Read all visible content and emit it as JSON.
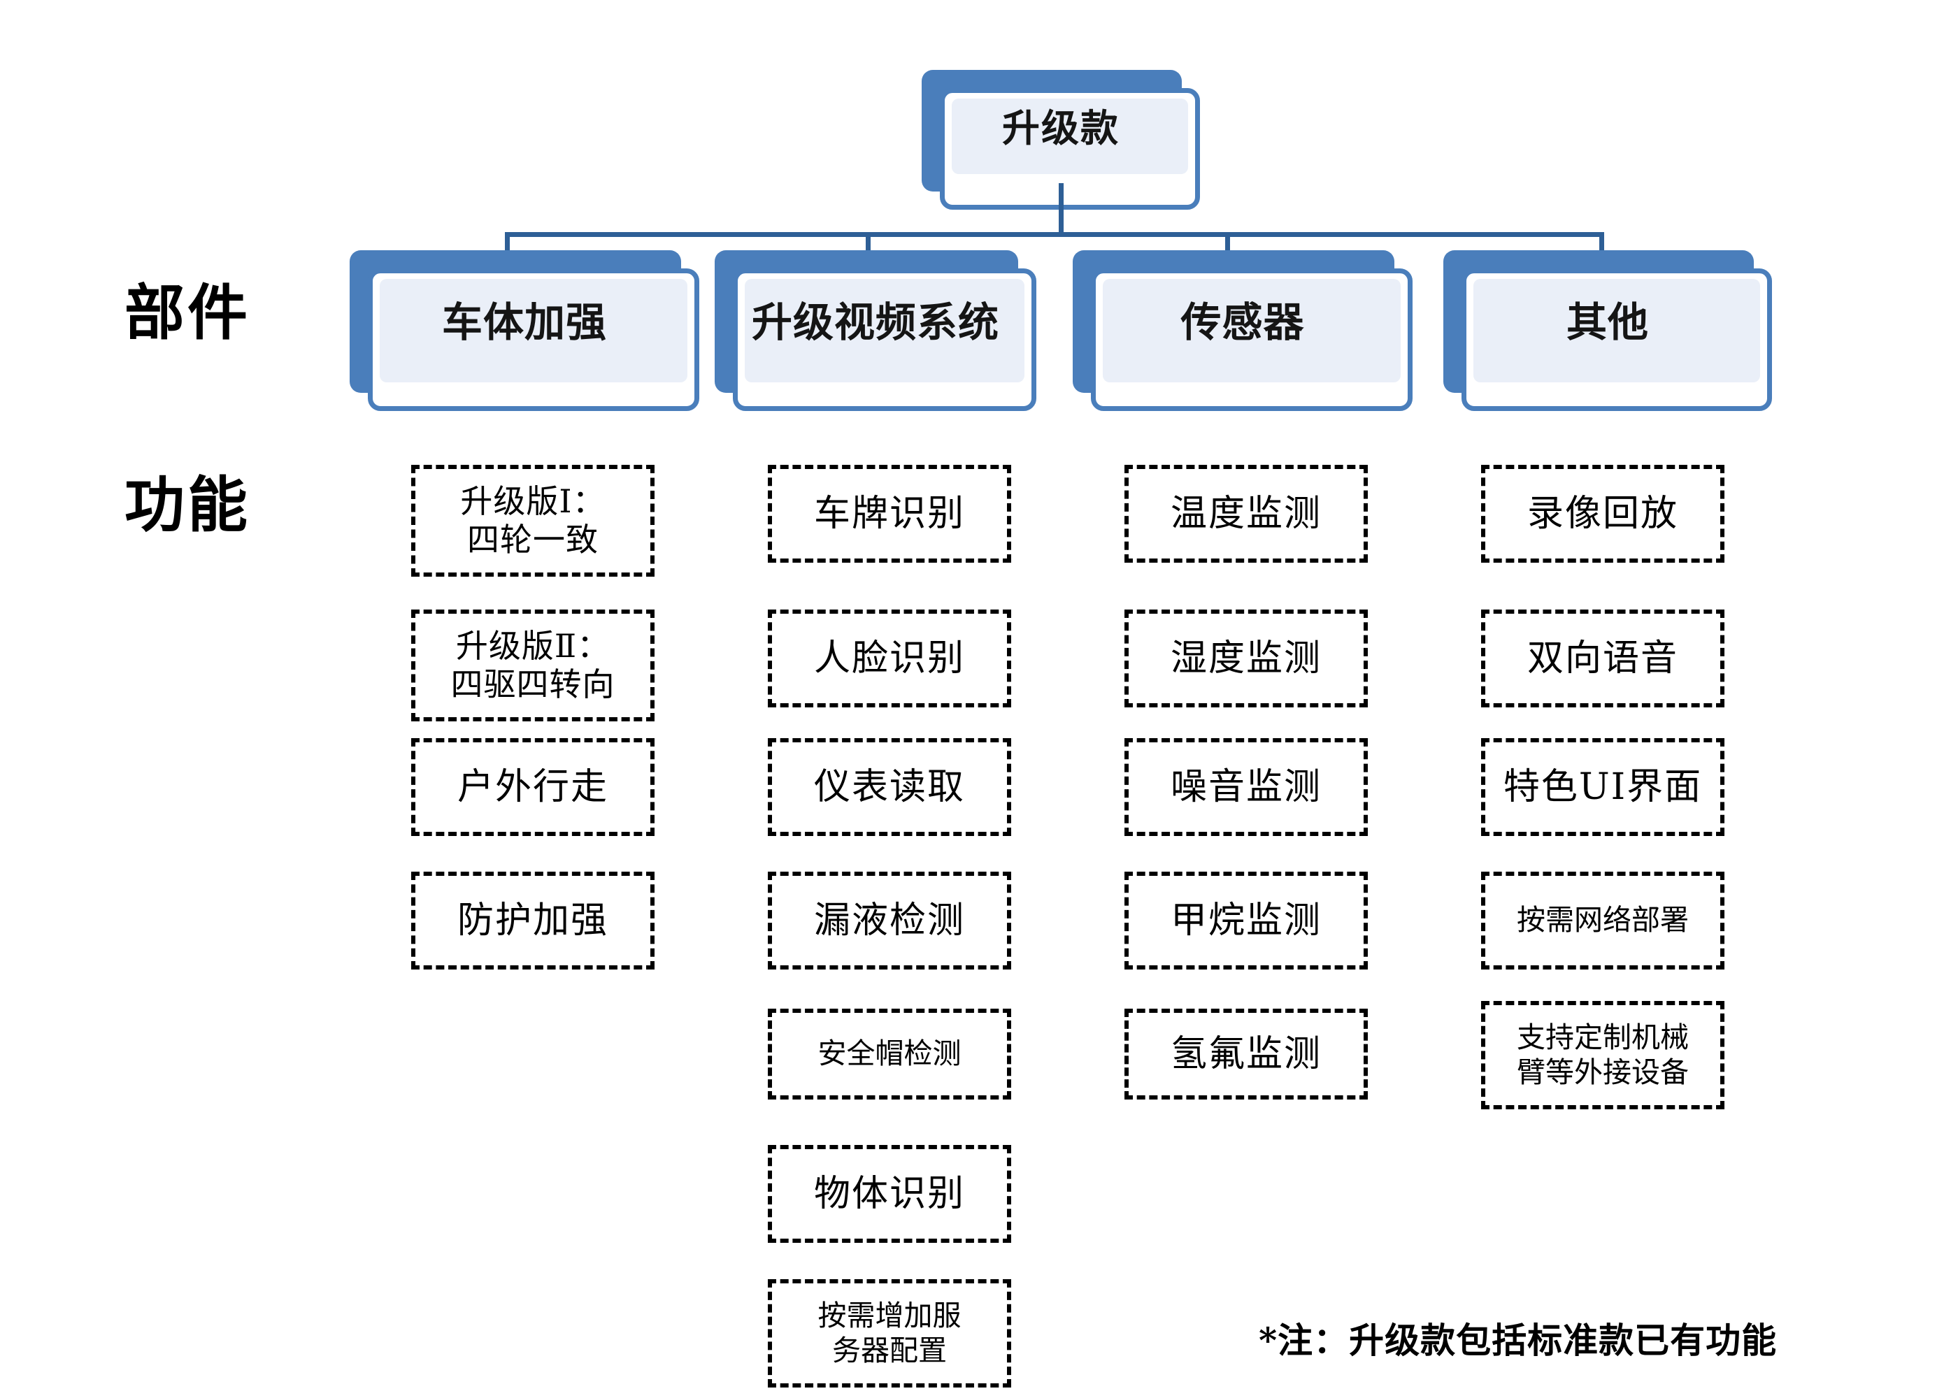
{
  "diagram": {
    "root": {
      "label": "升级款"
    },
    "row_labels": {
      "parts": "部件",
      "function": "功能"
    },
    "footnote": "*注：升级款包括标准款已有功能",
    "colors": {
      "node_blue": "#4a7ebb",
      "node_fill": "#eaeff8",
      "connector": "#2e5f96",
      "dashed_border": "#000000",
      "background": "#ffffff"
    },
    "columns": [
      {
        "title": "车体加强",
        "items": [
          "升级版Ⅰ：\n四轮一致",
          "升级版Ⅱ：\n四驱四转向",
          "户外行走",
          "防护加强"
        ]
      },
      {
        "title": "升级视频系统",
        "items": [
          "车牌识别",
          "人脸识别",
          "仪表读取",
          "漏液检测",
          "安全帽检测",
          "物体识别",
          "按需增加服\n务器配置"
        ]
      },
      {
        "title": "传感器",
        "items": [
          "温度监测",
          "湿度监测",
          "噪音监测",
          "甲烷监测",
          "氢氟监测"
        ]
      },
      {
        "title": "其他",
        "items": [
          "录像回放",
          "双向语音",
          "特色UI界面",
          "按需网络部署",
          "支持定制机械\n臂等外接设备"
        ]
      }
    ]
  }
}
